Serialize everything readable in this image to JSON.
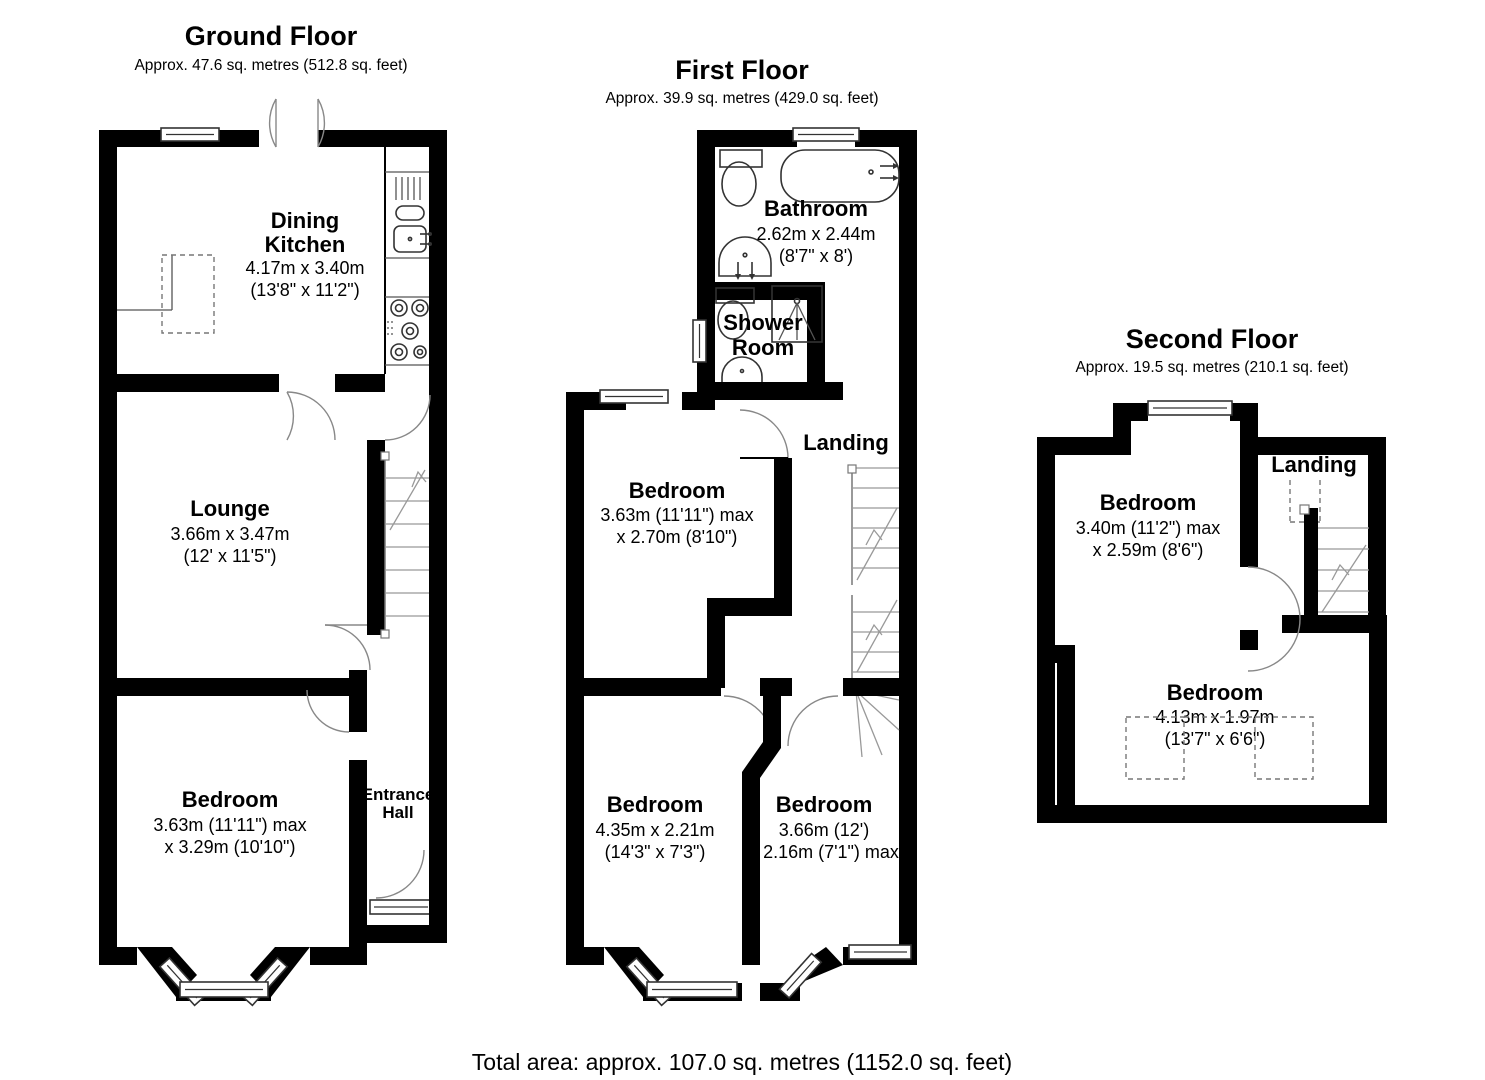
{
  "document": {
    "type": "floor-plan",
    "total_area": "Total area: approx. 107.0 sq. metres (1152.0 sq. feet)"
  },
  "floors": [
    {
      "id": "ground",
      "title": "Ground Floor",
      "area": "Approx. 47.6 sq. metres (512.8 sq. feet)",
      "rooms": [
        {
          "name_line1": "Dining",
          "name_line2": "Kitchen",
          "dim_metric": "4.17m x 3.40m",
          "dim_imperial": "(13'8\" x 11'2\")"
        },
        {
          "name_line1": "Lounge",
          "name_line2": "",
          "dim_metric": "3.66m x 3.47m",
          "dim_imperial": "(12' x 11'5\")"
        },
        {
          "name_line1": "Bedroom",
          "name_line2": "",
          "dim_metric": "3.63m (11'11\") max",
          "dim_imperial": "x 3.29m (10'10\")"
        },
        {
          "name_line1": "Entrance",
          "name_line2": "Hall",
          "dim_metric": "",
          "dim_imperial": ""
        }
      ]
    },
    {
      "id": "first",
      "title": "First Floor",
      "area": "Approx. 39.9 sq. metres (429.0 sq. feet)",
      "rooms": [
        {
          "name_line1": "Bathroom",
          "name_line2": "",
          "dim_metric": "2.62m x 2.44m",
          "dim_imperial": "(8'7\" x 8')"
        },
        {
          "name_line1": "Shower",
          "name_line2": "Room",
          "dim_metric": "",
          "dim_imperial": ""
        },
        {
          "name_line1": "Landing",
          "name_line2": "",
          "dim_metric": "",
          "dim_imperial": ""
        },
        {
          "name_line1": "Bedroom",
          "name_line2": "",
          "dim_metric": "3.63m (11'11\") max",
          "dim_imperial": "x 2.70m (8'10\")"
        },
        {
          "name_line1": "Bedroom",
          "name_line2": "",
          "dim_metric": "4.35m x 2.21m",
          "dim_imperial": "(14'3\" x 7'3\")"
        },
        {
          "name_line1": "Bedroom",
          "name_line2": "",
          "dim_metric": "3.66m (12')",
          "dim_imperial": "x 2.16m (7'1\") max"
        }
      ]
    },
    {
      "id": "second",
      "title": "Second Floor",
      "area": "Approx. 19.5 sq. metres (210.1 sq. feet)",
      "rooms": [
        {
          "name_line1": "Bedroom",
          "name_line2": "",
          "dim_metric": "3.40m (11'2\") max",
          "dim_imperial": "x 2.59m (8'6\")"
        },
        {
          "name_line1": "Landing",
          "name_line2": "",
          "dim_metric": "",
          "dim_imperial": ""
        },
        {
          "name_line1": "Bedroom",
          "name_line2": "",
          "dim_metric": "4.13m x 1.97m",
          "dim_imperial": "(13'7\" x 6'6\")"
        }
      ]
    }
  ],
  "colors": {
    "wall": "#000000",
    "background": "#ffffff",
    "fixture": "#333333",
    "swing": "#888888"
  }
}
